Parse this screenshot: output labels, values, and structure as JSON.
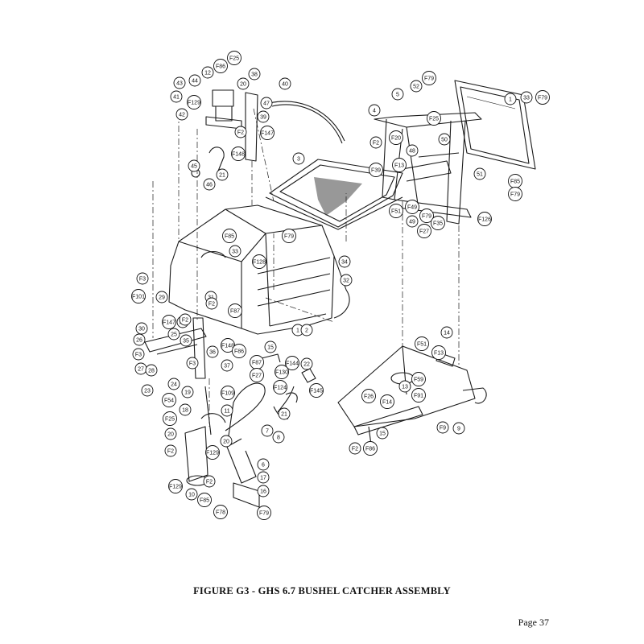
{
  "caption": "FIGURE G3 - GHS 6.7 BUSHEL CATCHER ASSEMBLY",
  "page_number": "Page 37",
  "callouts": [
    "F25",
    "F86",
    "12",
    "43",
    "44",
    "20",
    "38",
    "40",
    "41",
    "F129",
    "42",
    "F2",
    "47",
    "39",
    "F147",
    "F148",
    "45",
    "46",
    "21",
    "3",
    "F79",
    "F85",
    "33",
    "F128",
    "34",
    "32",
    "1",
    "2",
    "31",
    "F87",
    "F2",
    "F3",
    "F101",
    "29",
    "F147",
    "F2",
    "30",
    "F2",
    "F3",
    "26",
    "25",
    "35",
    "F148",
    "36",
    "F86",
    "27",
    "28",
    "37",
    "24",
    "F3",
    "23",
    "F54",
    "19",
    "F109",
    "F25",
    "18",
    "20",
    "11",
    "20",
    "F2",
    "7",
    "8",
    "10",
    "F129",
    "F129",
    "6",
    "F2",
    "17",
    "16",
    "F85",
    "F78",
    "F79",
    "15",
    "F87",
    "F27",
    "F144",
    "22",
    "F130",
    "F124",
    "F145",
    "21",
    "52",
    "F79",
    "1",
    "33",
    "F79",
    "4",
    "5",
    "F2",
    "F25",
    "F20",
    "50",
    "48",
    "F13",
    "F39",
    "F51",
    "F49",
    "F79",
    "F35",
    "49",
    "F27",
    "F126",
    "51",
    "F85",
    "F79",
    "14",
    "F51",
    "F13",
    "13",
    "F59",
    "F91",
    "F26",
    "F14",
    "F9",
    "9",
    "F2",
    "F86",
    "15"
  ]
}
